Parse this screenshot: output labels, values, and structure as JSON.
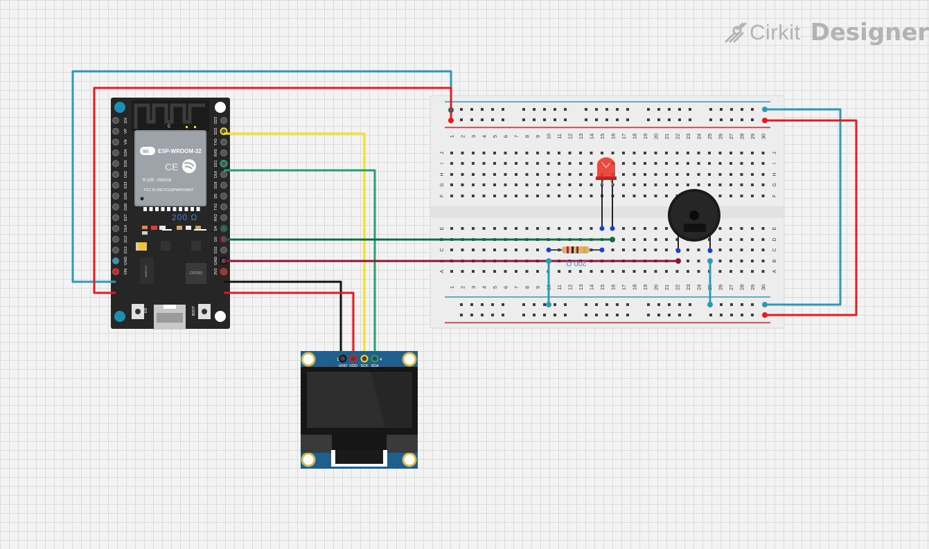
{
  "brand": {
    "name_light": "Cirkit",
    "name_bold": "Designer"
  },
  "esp32": {
    "module_label": "ESP-WROOM-32",
    "fcc_text": "FCC ID:2AC7Z-ESPWROOM32",
    "cert_text": "R  205 - 000519",
    "antenna_mark": "C",
    "button_en": "EN",
    "button_boot": "BOOT",
    "regulator_text": "AMS1117",
    "usb_chip_text": "CP2102",
    "left_pins": [
      "EN",
      "VP",
      "VN",
      "D34",
      "D35",
      "D32",
      "D33",
      "D25",
      "D26",
      "D27",
      "D14",
      "D12",
      "D13",
      "GND",
      "VIN"
    ],
    "right_pins": [
      "D23",
      "D22",
      "TX0",
      "RX0",
      "D21",
      "D19",
      "D18",
      "D5",
      "TX2",
      "RX2",
      "D4",
      "D2",
      "D15",
      "GND",
      "3V3"
    ]
  },
  "resistor_label": "200 Ω",
  "breadboard": {
    "columns": [
      "1",
      "2",
      "3",
      "4",
      "5",
      "6",
      "7",
      "8",
      "9",
      "10",
      "11",
      "12",
      "13",
      "14",
      "15",
      "16",
      "17",
      "18",
      "19",
      "20",
      "21",
      "22",
      "23",
      "24",
      "25",
      "26",
      "27",
      "28",
      "29",
      "30"
    ],
    "rows_top": [
      "J",
      "I",
      "H",
      "G",
      "F"
    ],
    "rows_bottom": [
      "E",
      "D",
      "C",
      "B",
      "A"
    ]
  },
  "oled": {
    "pins": [
      "GND",
      "VDD",
      "SCK",
      "SDA"
    ],
    "pin_num_first": "1",
    "pin_num_last": "4"
  },
  "colors": {
    "wire_red": "#e8191d",
    "wire_blue": "#2b9ab8",
    "wire_yellow": "#f4df20",
    "wire_green": "#27a06e",
    "wire_darkgreen": "#0f6b41",
    "wire_maroon": "#8a1538",
    "wire_black": "#111111",
    "esp_board": "#262626",
    "oled_board": "#1f5f8e"
  }
}
